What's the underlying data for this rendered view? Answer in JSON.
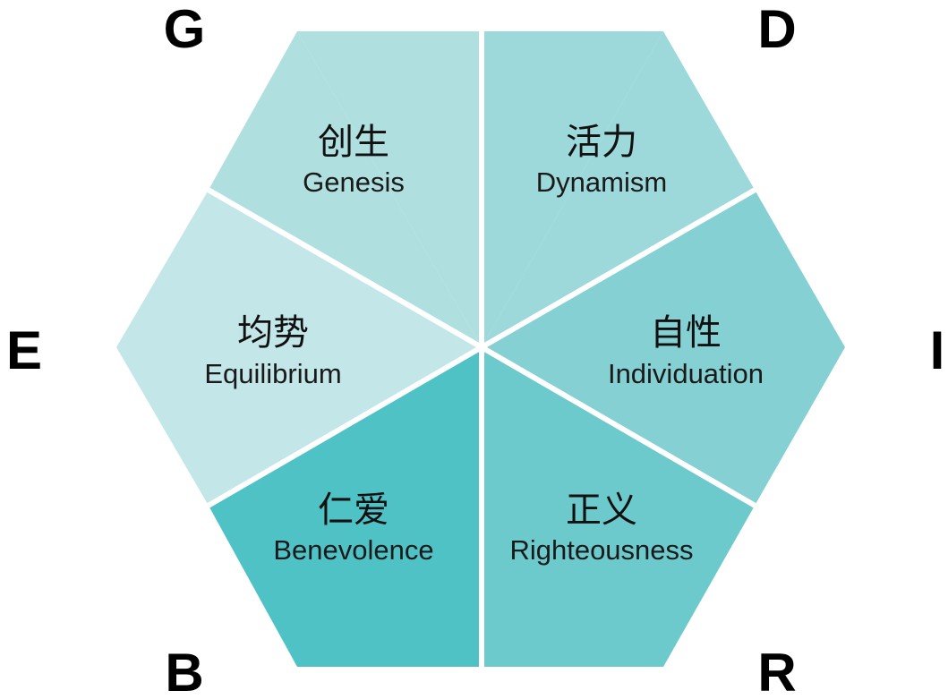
{
  "segments": [
    {
      "id": "genesis",
      "chinese": "创生",
      "english": "Genesis",
      "color": "#b0dfe0"
    },
    {
      "id": "dynamism",
      "chinese": "活力",
      "english": "Dynamism",
      "color": "#9dd8da"
    },
    {
      "id": "individuation",
      "chinese": "自性",
      "english": "Individuation",
      "color": "#85d0d2"
    },
    {
      "id": "righteousness",
      "chinese": "正义",
      "english": "Righteousness",
      "color": "#6ccacc"
    },
    {
      "id": "benevolence",
      "chinese": "仁爱",
      "english": "Benevolence",
      "color": "#4fc2c6"
    },
    {
      "id": "equilibrium",
      "chinese": "均势",
      "english": "Equilibrium",
      "color": "#c3e7e8"
    }
  ],
  "corners": {
    "top_left": "G",
    "top_right": "D",
    "right": "I",
    "bottom_right": "R",
    "bottom_left": "B",
    "left": "E"
  }
}
